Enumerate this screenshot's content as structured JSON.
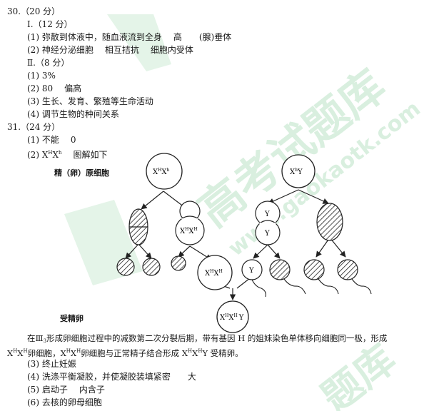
{
  "q30": {
    "header": "30.（20 分）",
    "part1": {
      "title": "Ⅰ.（12 分）",
      "l1_a": "(1) 弥散到体液中，随血液流到全身",
      "l1_b": "高",
      "l1_c": "(腺)垂体",
      "l2_a": "(2) 神经分泌细胞",
      "l2_b": "相互拮抗",
      "l2_c": "细胞内受体"
    },
    "part2": {
      "title": "Ⅱ.（8 分）",
      "l1": "(1) 3%",
      "l2_a": "(2) 80",
      "l2_b": "偏高",
      "l3": "(3) 生长、发育、繁殖等生命活动",
      "l4": "(4) 调节生物的种间关系"
    }
  },
  "q31": {
    "header": "31.（24 分）",
    "l1_a": "(1) 不能",
    "l1_b": "0",
    "l2_a": "(2) X",
    "l2_sup1": "H",
    "l2_x2": "X",
    "l2_sup2": "h",
    "l2_b": "图解如下",
    "diagram": {
      "label_origin": "精（卵）原细胞",
      "label_zygote": "受精卵",
      "female_cell": {
        "a": "X",
        "a_sup": "H",
        "b": "X",
        "b_sup": "h"
      },
      "male_cell": {
        "a": "X",
        "a_sup": "h",
        "b": "Y"
      },
      "secondary_female": {
        "a": "X",
        "a_sup": "H",
        "b": "X",
        "b_sup": "H"
      },
      "egg": {
        "a": "X",
        "a_sup": "H",
        "b": "X",
        "b_sup": "H"
      },
      "male_y_top": "Y",
      "male_y_bottom": "Y",
      "sperm_y": "Y",
      "zygote": {
        "a": "X",
        "a_sup": "H",
        "b": "X",
        "b_sup": "H",
        "c": "Y"
      }
    },
    "explain1_a": "在Ⅲ",
    "explain1_sub": "3",
    "explain1_b": "形成卵细胞过程中的减数第二次分裂后期，带有基因 H 的姐妹染色单体移向细胞同一极，形成",
    "explain2_a": "X",
    "explain2_s1": "H",
    "explain2_b": "X",
    "explain2_s2": "H",
    "explain2_c": "卵细胞，X",
    "explain2_s3": "H",
    "explain2_d": "X",
    "explain2_s4": "H",
    "explain2_e": "卵细胞与正常精子结合形成 X",
    "explain2_s5": "H",
    "explain2_f": "X",
    "explain2_s6": "H",
    "explain2_g": "Y 受精卵。",
    "l3": "(3) 终止妊娠",
    "l4_a": "(4) 洗涤平衡凝胶，并使凝胶装填紧密",
    "l4_b": "大",
    "l5_a": "(5) 启动子",
    "l5_b": "内含子",
    "l6": "(6) 去核的卵母细胞"
  },
  "watermark": {
    "text1": "高考试题库",
    "text2": "www.gaokaotk.com",
    "text3": "题库"
  }
}
